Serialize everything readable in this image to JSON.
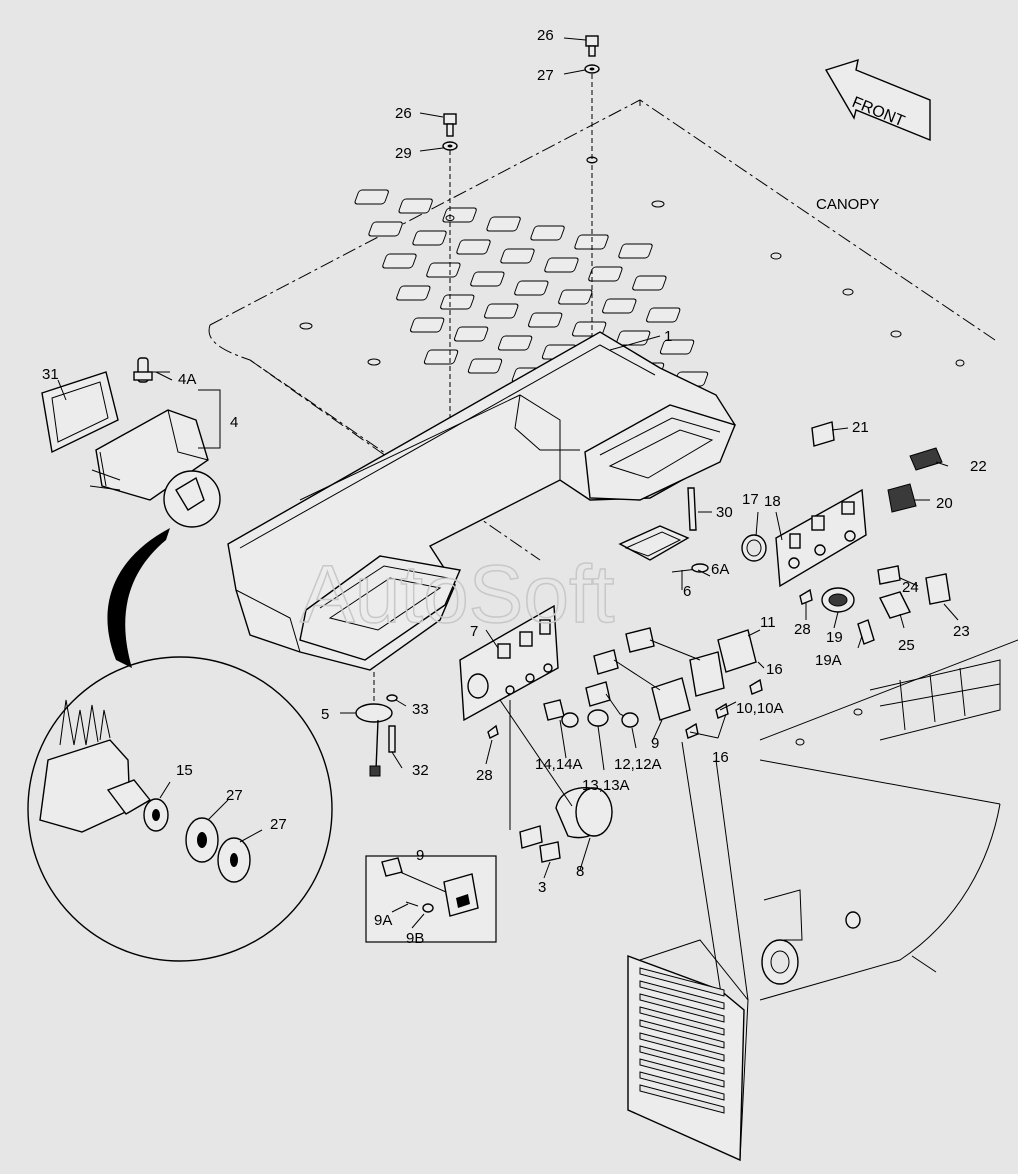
{
  "diagram": {
    "watermark": "AutoSoft",
    "front_label": "FRONT",
    "canopy_label": "CANOPY",
    "callouts": {
      "c1": "1",
      "c3": "3",
      "c4": "4",
      "c4a": "4A",
      "c5": "5",
      "c6": "6",
      "c6a": "6A",
      "c7": "7",
      "c8": "8",
      "c9": "9",
      "c9_box": "9",
      "c9a": "9A",
      "c9b": "9B",
      "c10": "10,10A",
      "c11": "11",
      "c12": "12,12A",
      "c13": "13,13A",
      "c14": "14,14A",
      "c15": "15",
      "c16a": "16",
      "c16b": "16",
      "c17": "17",
      "c18": "18",
      "c19": "19",
      "c19a": "19A",
      "c20": "20",
      "c21": "21",
      "c22": "22",
      "c23": "23",
      "c24": "24",
      "c25": "25",
      "c26a": "26",
      "c26b": "26",
      "c27a": "27",
      "c27b": "27",
      "c27c": "27",
      "c28a": "28",
      "c28b": "28",
      "c29": "29",
      "c30": "30",
      "c31": "31",
      "c32": "32",
      "c33": "33"
    }
  }
}
